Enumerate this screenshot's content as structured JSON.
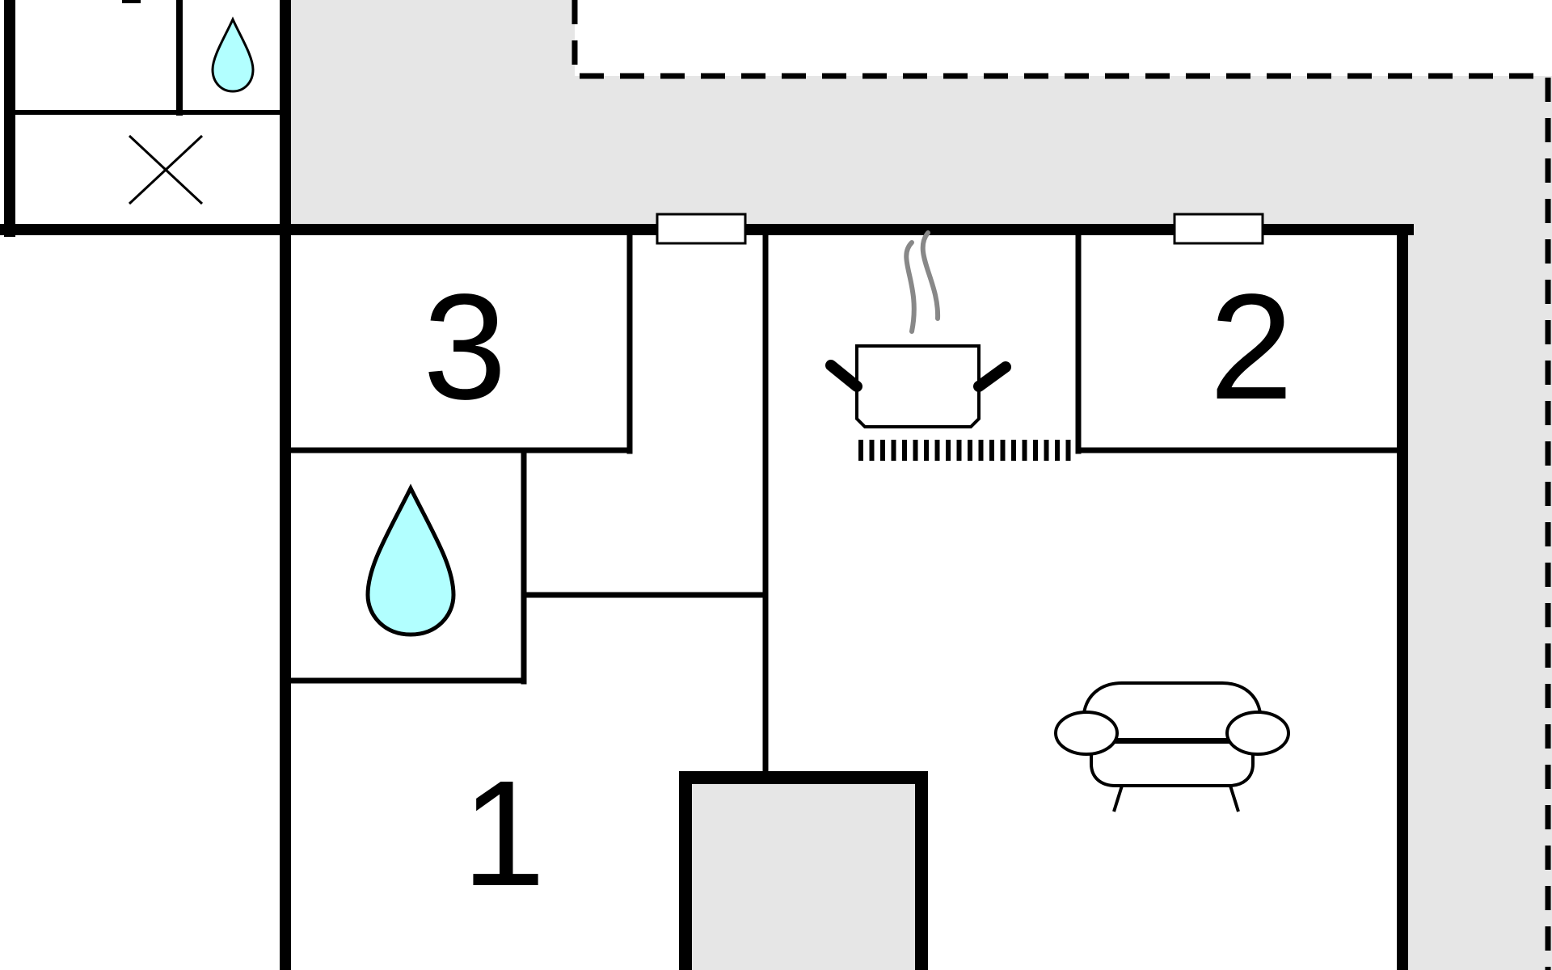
{
  "rooms": {
    "bedroom_1": {
      "label": "1"
    },
    "bedroom_2": {
      "label": "2"
    },
    "bedroom_3": {
      "label": "3"
    }
  },
  "colors": {
    "terrace": "#e6e6e6",
    "water": "#b2ffff",
    "steam": "#888888",
    "wall": "#000000"
  },
  "icons": {
    "bathroom": "water-drop-icon",
    "toilet": "water-drop-icon",
    "kitchen": "cooking-pot-icon",
    "living": "sofa-icon",
    "storage": "cross-icon"
  }
}
